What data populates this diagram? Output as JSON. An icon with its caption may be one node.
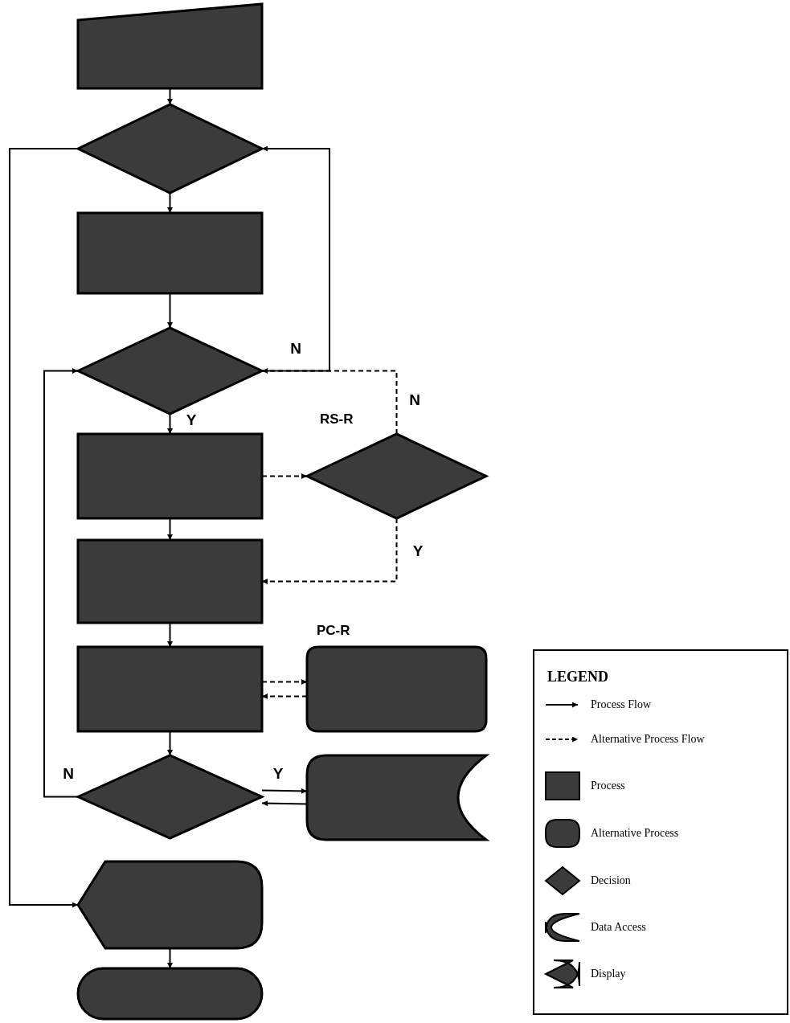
{
  "diagram": {
    "nodes": [
      {
        "text": [],
        "shape": "trapezoid"
      },
      {
        "text": [],
        "shape": "diamond"
      },
      {
        "text": [],
        "shape": "box"
      },
      {
        "text": [],
        "shape": "diamond"
      },
      {
        "text": [],
        "shape": "box"
      },
      {
        "text": [],
        "shape": "diamond",
        "beside": [
          "RS-R"
        ]
      },
      {
        "text": [],
        "shape": "box"
      },
      {
        "text": [],
        "shape": "box"
      },
      {
        "text": [],
        "shape": "rounded",
        "beside": [
          "PC-R"
        ]
      },
      {
        "text": [],
        "shape": "diamond"
      },
      {
        "text": [],
        "shape": "cylinder"
      },
      {
        "text": [],
        "shape": "hexagon"
      },
      {
        "text": [],
        "shape": "pill"
      }
    ],
    "edges": [
      {
        "from": 0,
        "to": 1,
        "arrow": "to"
      },
      {
        "from": 1,
        "to": 2,
        "arrow": "to"
      },
      {
        "from": 2,
        "to": 3,
        "arrow": "to"
      },
      {
        "from": 3,
        "to": 1,
        "arrow": "to",
        "label": "N"
      },
      {
        "from": 3,
        "to": 4,
        "arrow": "to",
        "label": "Y"
      },
      {
        "from": 4,
        "to": 5,
        "arrow": "to",
        "style": "dashed"
      },
      {
        "from": 5,
        "to": 3,
        "arrow": "to",
        "label": "N",
        "style": "dashed"
      },
      {
        "from": 5,
        "to": 6,
        "arrow": "to",
        "label": "Y",
        "style": "dashed"
      },
      {
        "from": 4,
        "to": 6,
        "arrow": "to"
      },
      {
        "from": 6,
        "to": 7,
        "arrow": "to"
      },
      {
        "from": 7,
        "to": 8,
        "arrow": "to",
        "style": "dashed"
      },
      {
        "from": 8,
        "to": 7,
        "arrow": "to",
        "style": "dashed"
      },
      {
        "from": 7,
        "to": 9,
        "arrow": "to"
      },
      {
        "from": 9,
        "to": 10,
        "arrow": "to",
        "label": "Y"
      },
      {
        "from": 10,
        "to": 9,
        "arrow": "to"
      },
      {
        "from": 9,
        "to": 3,
        "arrow": "to",
        "label": "N"
      },
      {
        "from": 1,
        "to": 11,
        "arrow": "to"
      },
      {
        "from": 11,
        "to": 12,
        "arrow": "to"
      }
    ],
    "labels": [
      "LEGEND"
    ],
    "legend": [
      {
        "text": "Process Flow"
      },
      {
        "text": "Alternative Process Flow"
      },
      {
        "text": "Process"
      },
      {
        "text": "Alternative Process"
      },
      {
        "text": "Decision"
      },
      {
        "text": "Data Access"
      },
      {
        "text": "Display"
      }
    ]
  }
}
